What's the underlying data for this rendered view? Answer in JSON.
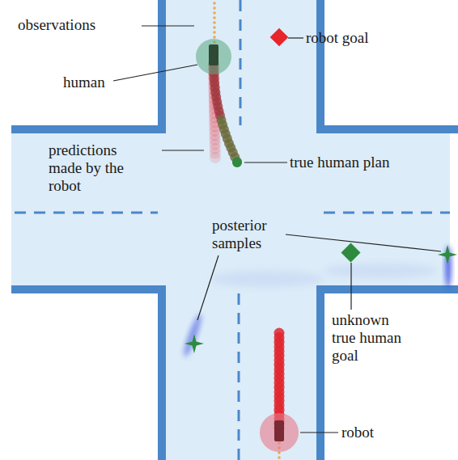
{
  "diagram": {
    "labels": [
      "observations",
      "robot goal",
      "human",
      "predictions made by the robot",
      "true human plan",
      "posterior samples",
      "unknown true human goal",
      "robot"
    ]
  }
}
